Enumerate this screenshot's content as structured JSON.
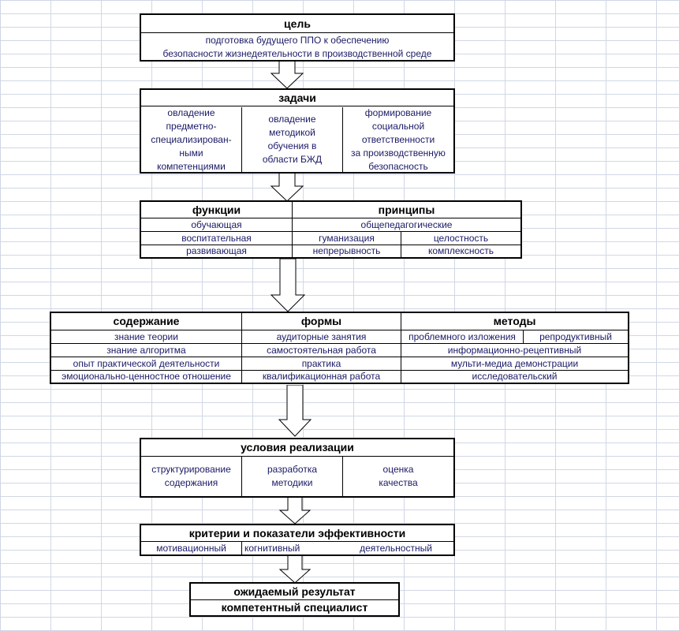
{
  "goal": {
    "title": "цель",
    "text_line1": "подготовка будущего ППО к обеспечению",
    "text_line2": "безопасности жизнедеятельности в производственной среде"
  },
  "tasks": {
    "title": "задачи",
    "items": [
      "овладение\nпредметно-\nспециализирован-\nными\nкомпетенциями",
      "овладение\nметодикой\nобучения в\nобласти БЖД",
      "формирование\nсоциальной\nответственности\nза производственную\nбезопасность"
    ]
  },
  "functions": {
    "title": "функции",
    "items": [
      "обучающая",
      "воспитательная",
      "развивающая"
    ]
  },
  "principles": {
    "title": "принципы",
    "general": "общепедагогические",
    "items": [
      "гуманизация",
      "целостность",
      "непрерывность",
      "комплексность"
    ]
  },
  "content": {
    "title": "содержание",
    "items": [
      "знание теории",
      "знание алгоритма",
      "опыт практической деятельности",
      "эмоционально-ценностное отношение"
    ]
  },
  "forms": {
    "title": "формы",
    "items": [
      "аудиторные занятия",
      "самостоятельная работа",
      "практика",
      "квалификационная работа"
    ]
  },
  "methods": {
    "title": "методы",
    "items": [
      "проблемного изложения",
      "репродуктивный",
      "информационно-рецептивный",
      "мульти-медиа демонстрации",
      "исследовательский"
    ]
  },
  "conditions": {
    "title": "условия реализации",
    "items": [
      "структурирование\nсодержания",
      "разработка\nметодики",
      "оценка\nкачества"
    ]
  },
  "criteria": {
    "title": "критерии и показатели эффективности",
    "items": [
      "мотивационный",
      "когнитивный",
      "деятельностный"
    ]
  },
  "result": {
    "title": "ожидаемый результат",
    "text": "компетентный специалист"
  }
}
